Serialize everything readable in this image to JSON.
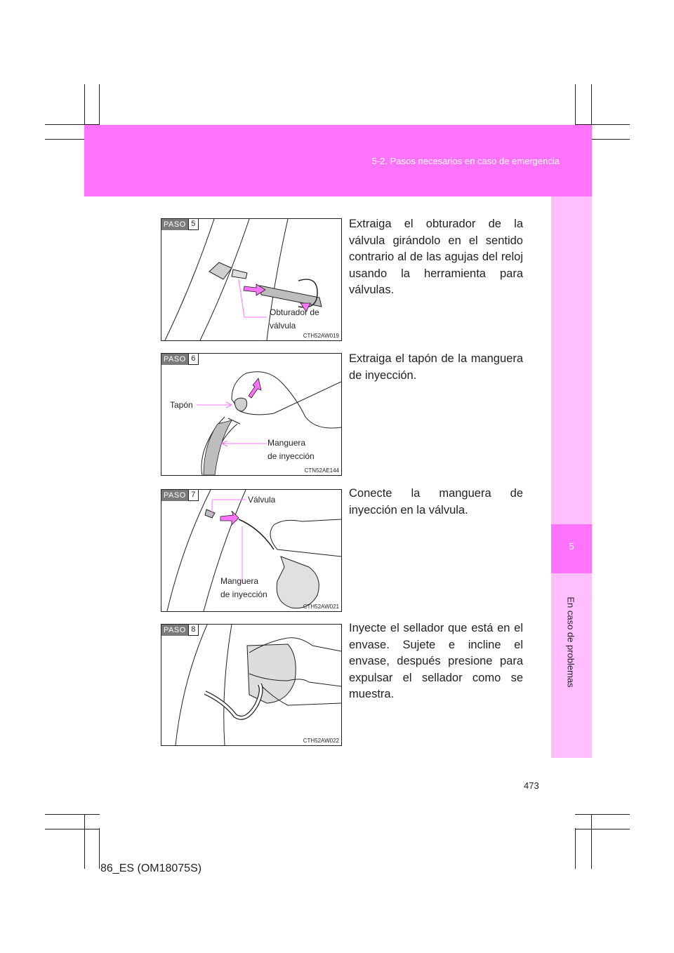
{
  "header": {
    "section_title": "5-2. Pasos necesarios en caso de emergencia"
  },
  "side_tab": {
    "chapter_number": "5",
    "chapter_label": "En caso de problemas"
  },
  "steps": [
    {
      "badge_word": "PASO",
      "badge_number": "5",
      "figure_code": "CTH52AW019",
      "callouts": [
        "Obturador de",
        "válvula"
      ],
      "text": "Extraiga el obturador de la válvula girándolo en el sentido contrario al de las agujas del reloj usando la herramienta para válvulas."
    },
    {
      "badge_word": "PASO",
      "badge_number": "6",
      "figure_code": "CTN52AE144",
      "callouts": [
        "Tapón",
        "Manguera",
        "de inyección"
      ],
      "text": "Extraiga el tapón de la manguera de inyección."
    },
    {
      "badge_word": "PASO",
      "badge_number": "7",
      "figure_code": "CTH52AW021",
      "callouts": [
        "Válvula",
        "Manguera",
        "de inyección"
      ],
      "text": "Conecte la manguera de inyección en la válvula."
    },
    {
      "badge_word": "PASO",
      "badge_number": "8",
      "figure_code": "CTH52AW022",
      "callouts": [],
      "text": "Inyecte el sellador que está en el envase. Sujete e incline el envase, después presione para expulsar el sellador como se muestra."
    }
  ],
  "footer": {
    "page_number": "473",
    "document_code": "86_ES (OM18075S)"
  },
  "colors": {
    "accent": "#ff73ff",
    "tab_light": "#ffbfff",
    "badge_gray": "#7b7b7b",
    "ink": "#231f20"
  }
}
